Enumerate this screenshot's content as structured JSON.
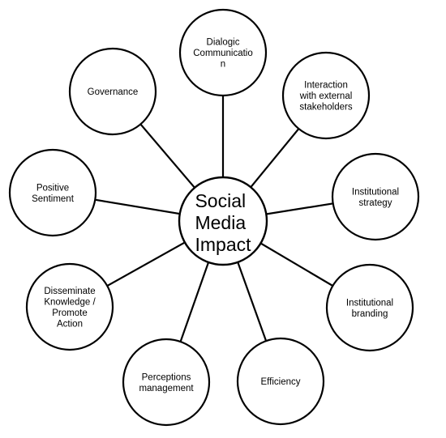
{
  "center": {
    "lines": [
      "Social",
      "Media",
      "Impact"
    ]
  },
  "nodes": [
    {
      "id": "dialogic-communication",
      "lines": [
        "Dialogic",
        "Communicatio",
        "n"
      ]
    },
    {
      "id": "interaction-external-stakeholders",
      "lines": [
        "Interaction",
        "with external",
        "stakeholders"
      ]
    },
    {
      "id": "institutional-strategy",
      "lines": [
        "Institutional",
        "strategy"
      ]
    },
    {
      "id": "institutional-branding",
      "lines": [
        "Institutional",
        "branding"
      ]
    },
    {
      "id": "efficiency",
      "lines": [
        "Efficiency"
      ]
    },
    {
      "id": "perceptions-management",
      "lines": [
        "Perceptions",
        "management"
      ]
    },
    {
      "id": "disseminate-knowledge",
      "lines": [
        "Disseminate",
        "Knowledge /",
        "Promote",
        "Action"
      ]
    },
    {
      "id": "positive-sentiment",
      "lines": [
        "Positive",
        "Sentiment"
      ]
    },
    {
      "id": "governance",
      "lines": [
        "Governance"
      ]
    }
  ]
}
